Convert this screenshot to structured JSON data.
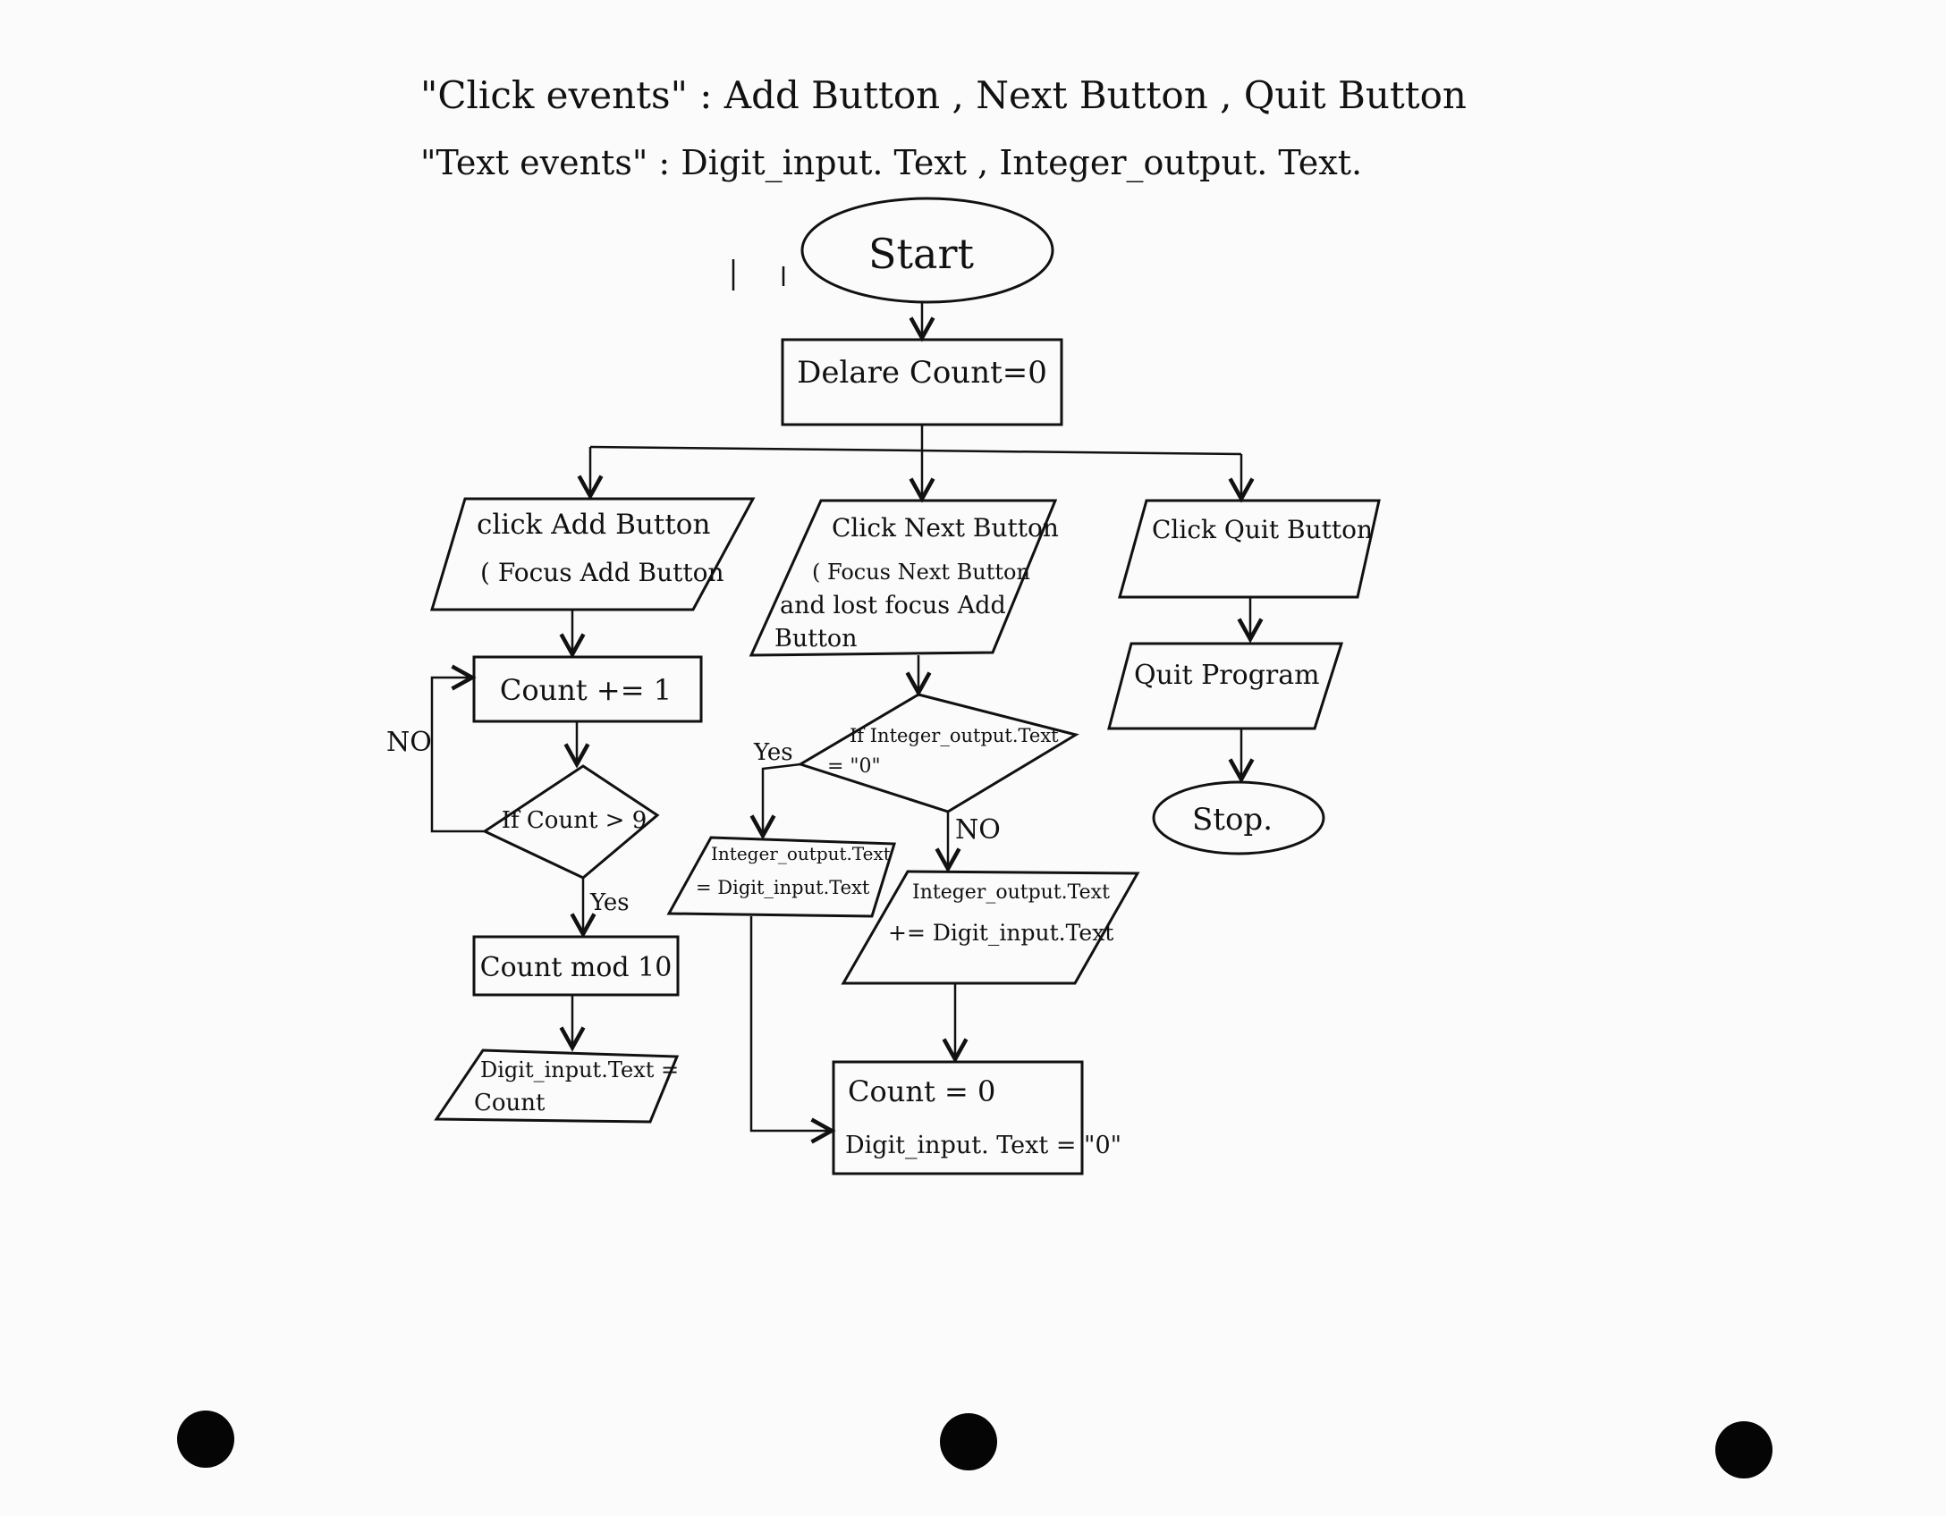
{
  "header": {
    "line1": "\"Click events\" : Add Button , Next Button , Quit Button",
    "line2": "\"Text events\" : Digit_input. Text , Integer_output. Text."
  },
  "nodes": {
    "start": "Start",
    "declare": "Delare Count=0",
    "add_click": [
      "click Add Button",
      "( Focus Add Button"
    ],
    "next_click": [
      "Click Next Button",
      "( Focus Next Button",
      "and lost focus Add",
      "Button"
    ],
    "quit_click": "Click Quit Button",
    "count_inc": "Count += 1",
    "if_count": "If Count > 9",
    "count_mod": "Count mod 10",
    "digit_count": [
      "Digit_input.Text =",
      "Count"
    ],
    "if_integer": [
      "If Integer_output.Text",
      "= \"0\""
    ],
    "assign_integer": [
      "Integer_output.Text",
      "= Digit_input.Text"
    ],
    "add_integer": [
      "Integer_output.Text",
      "+= Digit_input.Text"
    ],
    "reset": [
      "Count = 0",
      "Digit_input. Text = \"0\""
    ],
    "quit_program": "Quit Program",
    "stop": "Stop."
  },
  "edge_labels": {
    "no_loop": "NO",
    "yes_count": "Yes",
    "yes_integer": "Yes",
    "no_integer": "NO"
  }
}
